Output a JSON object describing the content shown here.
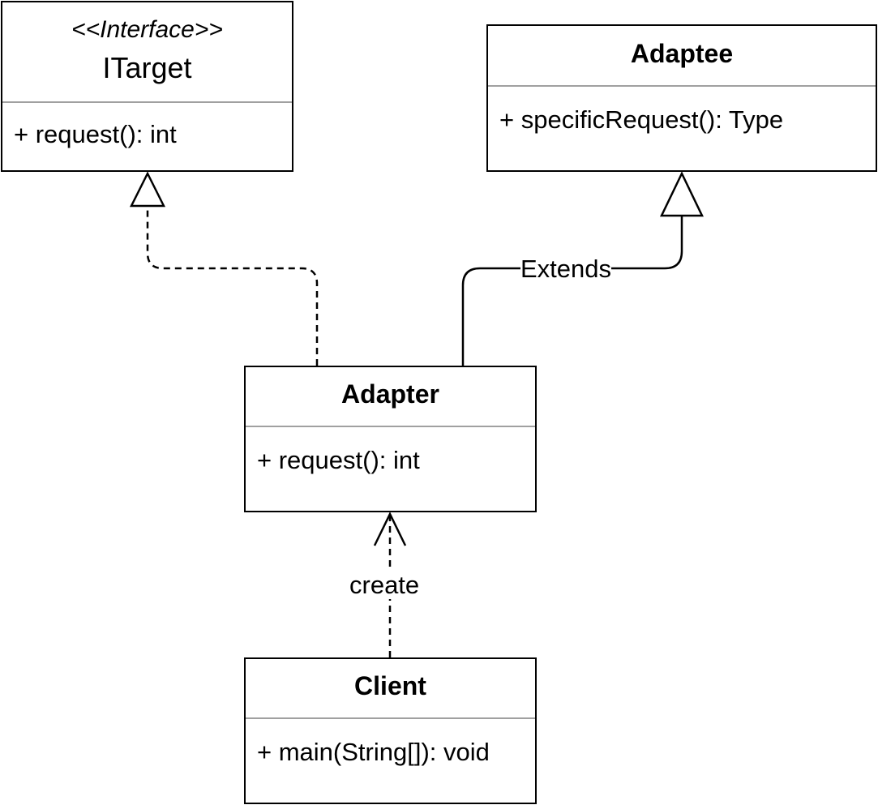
{
  "diagram": {
    "itarget": {
      "stereotype": "<<Interface>>",
      "name": "ITarget",
      "members": [
        "+ request(): int"
      ]
    },
    "adaptee": {
      "name": "Adaptee",
      "members": [
        "+ specificRequest(): Type"
      ]
    },
    "adapter": {
      "name": "Adapter",
      "members": [
        "+ request(): int"
      ]
    },
    "client": {
      "name": "Client",
      "members": [
        "+ main(String[]): void"
      ]
    },
    "edges": {
      "extends_label": "Extends",
      "create_label": "create"
    }
  }
}
